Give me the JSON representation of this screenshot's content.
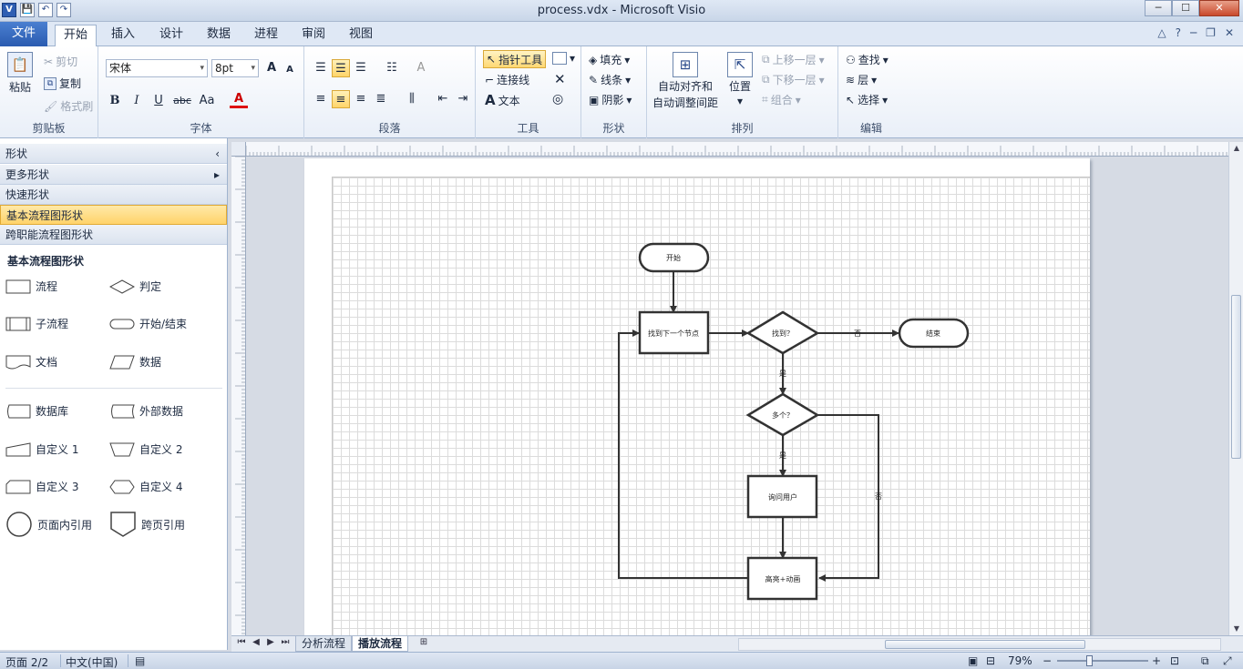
{
  "window": {
    "title": "process.vdx  -  Microsoft Visio",
    "app_icon": "V",
    "minimize": "─",
    "maximize": "☐",
    "close": "✕"
  },
  "qat": {
    "save": "💾",
    "undo": "↶",
    "redo": "↷"
  },
  "tabs": [
    {
      "label": "文件"
    },
    {
      "label": "开始"
    },
    {
      "label": "插入"
    },
    {
      "label": "设计"
    },
    {
      "label": "数据"
    },
    {
      "label": "进程"
    },
    {
      "label": "审阅"
    },
    {
      "label": "视图"
    }
  ],
  "tab_right": {
    "collapse": "△",
    "help": "?",
    "min": "─",
    "restore": "❐",
    "close": "✕"
  },
  "ribbon": {
    "clipboard": {
      "label": "剪贴板",
      "paste": "粘贴",
      "cut": "剪切",
      "copy": "复制",
      "format_painter": "格式刷"
    },
    "font": {
      "label": "字体",
      "font_name": "宋体",
      "font_size": "8pt",
      "grow": "A",
      "shrink": "A",
      "bold": "B",
      "italic": "I",
      "underline": "U",
      "strike": "abc",
      "case": "Aa",
      "color": "A"
    },
    "paragraph": {
      "label": "段落"
    },
    "tools": {
      "label": "工具",
      "pointer": "指针工具",
      "connector": "连接线",
      "text": "文本"
    },
    "shape": {
      "label": "形状",
      "fill": "填充",
      "line": "线条",
      "shadow": "阴影"
    },
    "arrange": {
      "label": "排列",
      "auto_align_1": "自动对齐和",
      "auto_align_2": "自动调整间距",
      "position": "位置",
      "bring_forward": "上移一层",
      "send_backward": "下移一层",
      "group": "组合"
    },
    "editing": {
      "label": "编辑",
      "find": "查找",
      "layer": "层",
      "select": "选择"
    }
  },
  "shapes_panel": {
    "title": "形状",
    "more": "更多形状",
    "quick": "快速形状",
    "basic_flowchart": "基本流程图形状",
    "cross_functional": "跨职能流程图形状",
    "stencil_title": "基本流程图形状",
    "items": [
      {
        "label": "流程"
      },
      {
        "label": "判定"
      },
      {
        "label": "子流程"
      },
      {
        "label": "开始/结束"
      },
      {
        "label": "文档"
      },
      {
        "label": "数据"
      },
      {
        "label": "数据库"
      },
      {
        "label": "外部数据"
      },
      {
        "label": "自定义 1"
      },
      {
        "label": "自定义 2"
      },
      {
        "label": "自定义 3"
      },
      {
        "label": "自定义 4"
      },
      {
        "label": "页面内引用"
      },
      {
        "label": "跨页引用"
      }
    ]
  },
  "diagram": {
    "start": "开始",
    "find_next": "找到下一个节点",
    "found": "找到？",
    "end": "结束",
    "multiple": "多个？",
    "ask_user": "询问用户",
    "highlight": "高亮+动画",
    "yes1": "是",
    "no1": "否",
    "yes2": "是",
    "no2": "否"
  },
  "page_tabs": [
    {
      "label": "分析流程"
    },
    {
      "label": "播放流程"
    }
  ],
  "status": {
    "page": "页面 2/2",
    "language": "中文(中国)",
    "zoom": "79%",
    "zoom_out": "−",
    "zoom_in": "+"
  },
  "colors": {
    "accent": "#2a5bb0",
    "selected": "#ffd36a",
    "ribbon": "#e9eff8",
    "canvas_bg": "#d6dbe4"
  }
}
